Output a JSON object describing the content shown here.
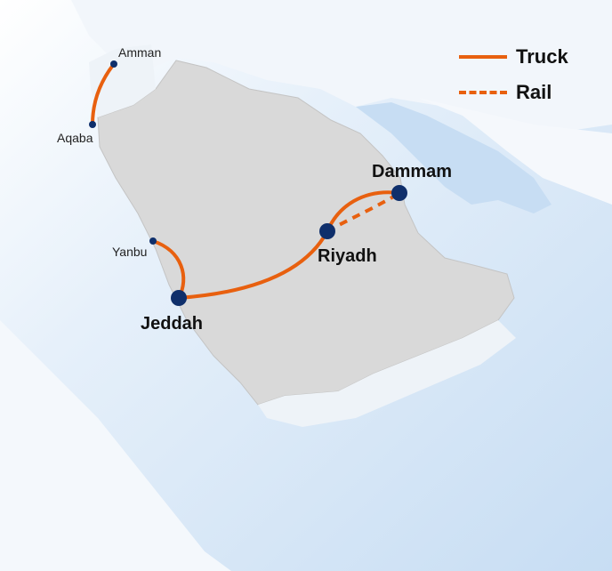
{
  "legend": {
    "truck_label": "Truck",
    "rail_label": "Rail"
  },
  "cities": {
    "amman": "Amman",
    "aqaba": "Aqaba",
    "yanbu": "Yanbu",
    "jeddah": "Jeddah",
    "riyadh": "Riyadh",
    "dammam": "Dammam"
  },
  "colors": {
    "route": "#e8600f",
    "city_dot": "#0f2f6b",
    "land": "#d9d9d9",
    "sea": "#cfe3f5"
  }
}
